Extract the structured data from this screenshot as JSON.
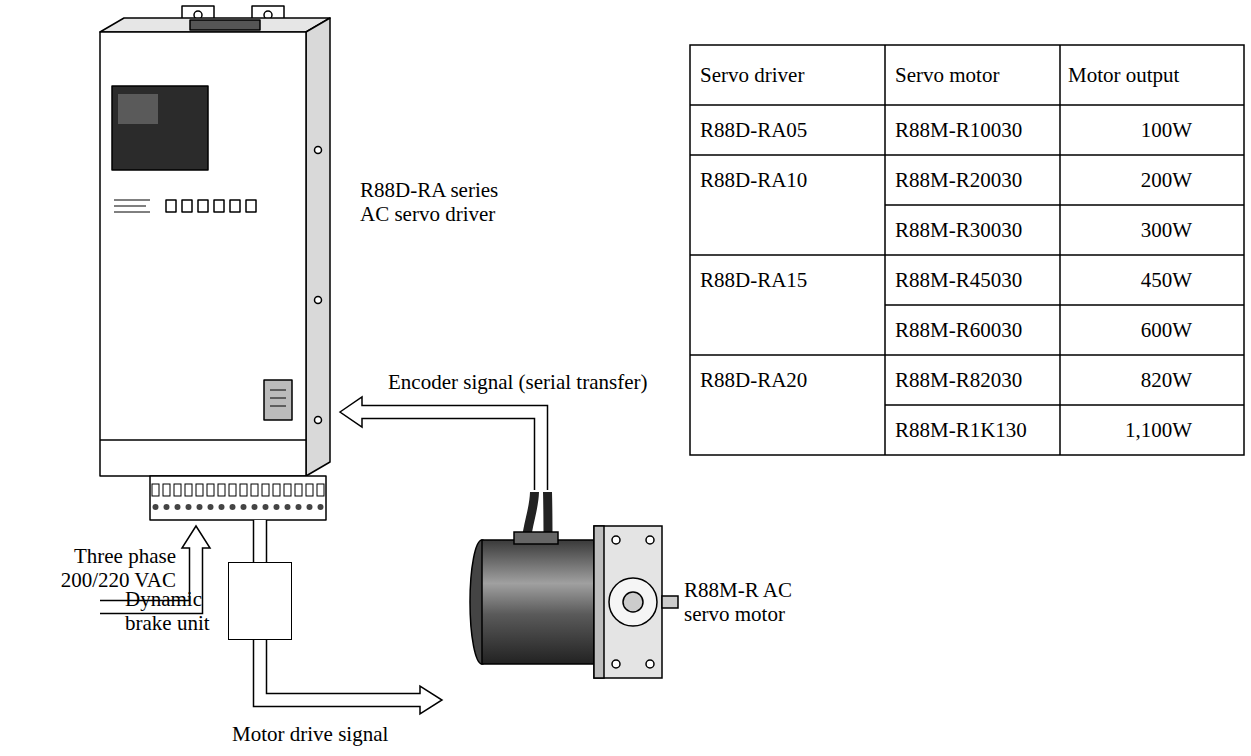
{
  "diagram": {
    "nodes": [
      {
        "text": [
          "R88D-RA series AC servo driver"
        ]
      },
      {
        "text": [
          "Dynamic brake unit"
        ]
      },
      {
        "text": [
          "R88M-R AC servo motor"
        ]
      }
    ],
    "edges": [
      {
        "from": 0,
        "to": 1,
        "arrow": "none"
      },
      {
        "from": 2,
        "to": 0,
        "arrow": "to",
        "label": "Encoder signal (serial transfer)"
      }
    ],
    "labels": [
      "Three phase 200/220 VAC",
      "Motor drive signal",
      "Servo driver",
      "Servo motor",
      "Motor output",
      "R88D-RA05",
      "R88M-R10030",
      "100W",
      "R88D-RA10",
      "R88M-R20030",
      "200W",
      "R88M-R30030",
      "300W",
      "R88D-RA15",
      "R88M-R45030",
      "450W",
      "R88M-R60030",
      "600W",
      "R88D-RA20",
      "R88M-R82030",
      "820W",
      "R88M-R1K130",
      "1,100W"
    ]
  }
}
